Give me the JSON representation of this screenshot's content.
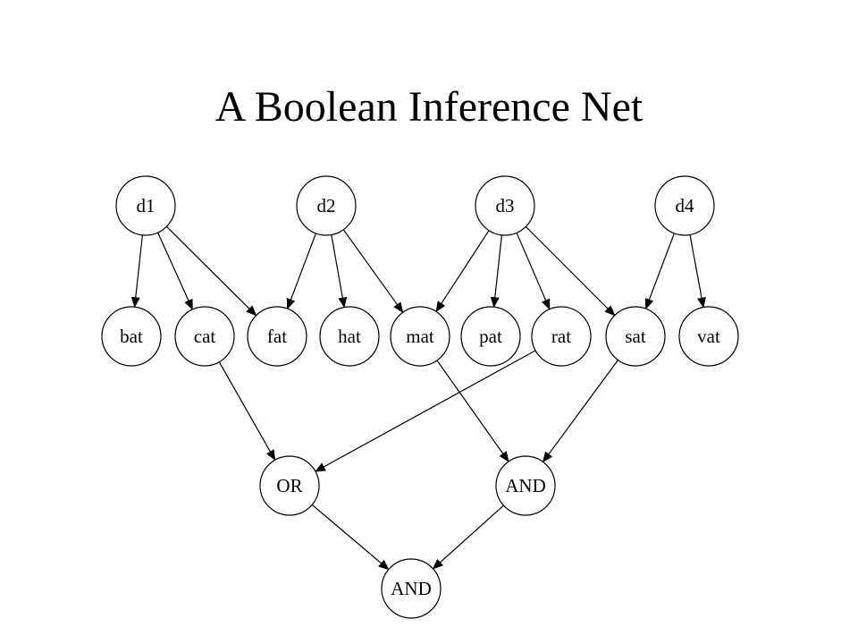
{
  "title": "A Boolean Inference Net",
  "nodes": [
    {
      "id": "d1",
      "label": "d1"
    },
    {
      "id": "d2",
      "label": "d2"
    },
    {
      "id": "d3",
      "label": "d3"
    },
    {
      "id": "d4",
      "label": "d4"
    },
    {
      "id": "bat",
      "label": "bat"
    },
    {
      "id": "cat",
      "label": "cat"
    },
    {
      "id": "fat",
      "label": "fat"
    },
    {
      "id": "hat",
      "label": "hat"
    },
    {
      "id": "mat",
      "label": "mat"
    },
    {
      "id": "pat",
      "label": "pat"
    },
    {
      "id": "rat",
      "label": "rat"
    },
    {
      "id": "sat",
      "label": "sat"
    },
    {
      "id": "vat",
      "label": "vat"
    },
    {
      "id": "or1",
      "label": "OR"
    },
    {
      "id": "and1",
      "label": "AND"
    },
    {
      "id": "and2",
      "label": "AND"
    }
  ],
  "edges": [
    {
      "from": "d1",
      "to": "bat"
    },
    {
      "from": "d1",
      "to": "cat"
    },
    {
      "from": "d1",
      "to": "fat"
    },
    {
      "from": "d2",
      "to": "fat"
    },
    {
      "from": "d2",
      "to": "hat"
    },
    {
      "from": "d2",
      "to": "mat"
    },
    {
      "from": "d3",
      "to": "mat"
    },
    {
      "from": "d3",
      "to": "pat"
    },
    {
      "from": "d3",
      "to": "rat"
    },
    {
      "from": "d3",
      "to": "sat"
    },
    {
      "from": "d4",
      "to": "sat"
    },
    {
      "from": "d4",
      "to": "vat"
    },
    {
      "from": "cat",
      "to": "or1"
    },
    {
      "from": "rat",
      "to": "or1"
    },
    {
      "from": "mat",
      "to": "and1"
    },
    {
      "from": "sat",
      "to": "and1"
    },
    {
      "from": "or1",
      "to": "and2"
    },
    {
      "from": "and1",
      "to": "and2"
    }
  ]
}
